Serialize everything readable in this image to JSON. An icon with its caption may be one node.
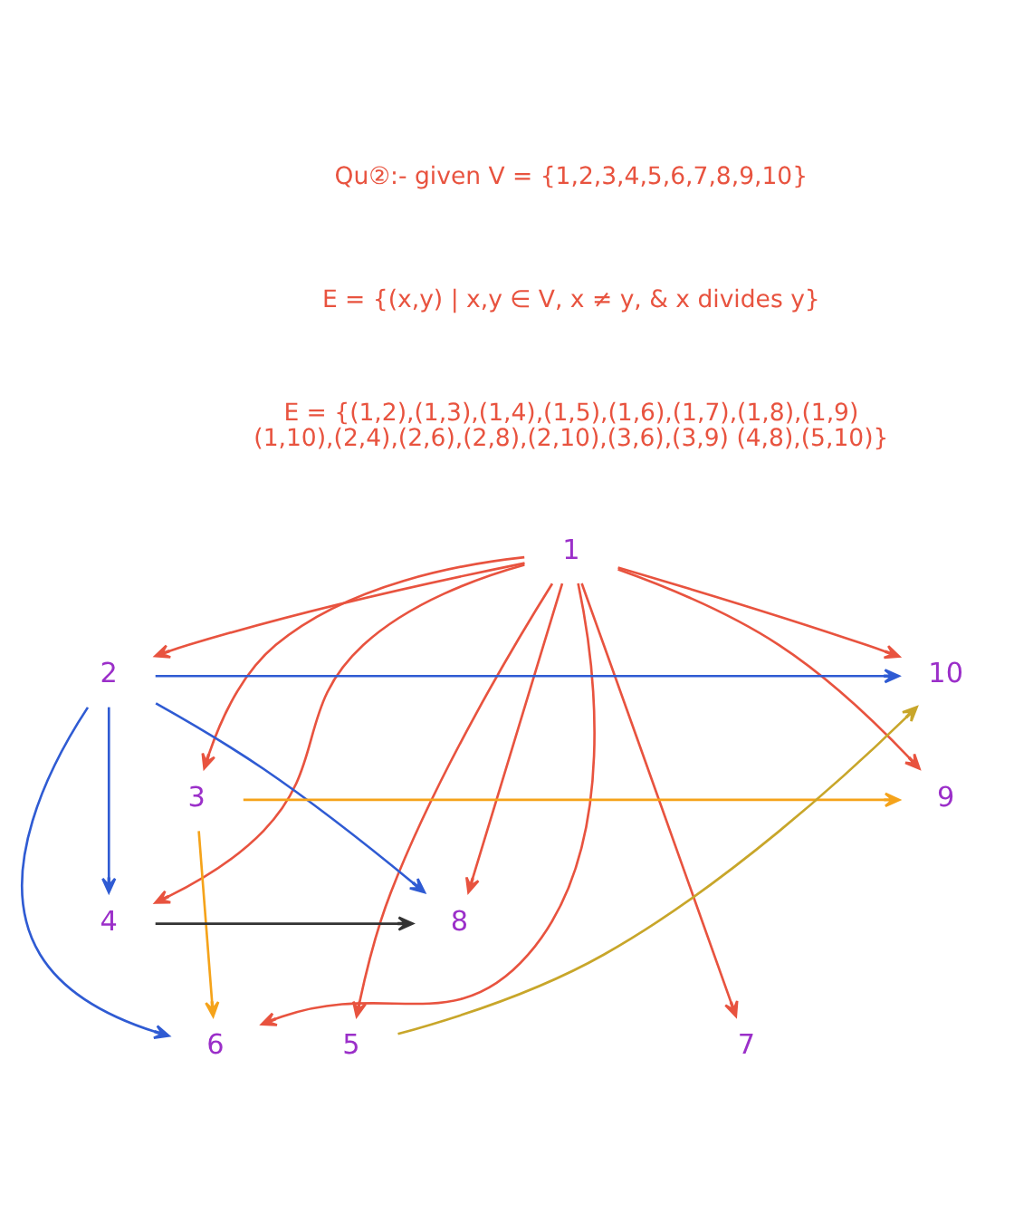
{
  "diagram": {
    "nodes": [
      {
        "text": [
          "1"
        ]
      },
      {
        "text": [
          "2"
        ]
      },
      {
        "text": [
          "10"
        ]
      },
      {
        "text": [
          "3"
        ]
      },
      {
        "text": [
          "9"
        ]
      },
      {
        "text": [
          "4"
        ]
      },
      {
        "text": [
          "8"
        ]
      },
      {
        "text": [
          "5"
        ]
      },
      {
        "text": [
          "6"
        ]
      },
      {
        "text": [
          "7"
        ]
      }
    ],
    "edges": [
      {
        "from": 0,
        "to": 1,
        "arrow": "to"
      },
      {
        "from": 0,
        "to": 3,
        "arrow": "to"
      },
      {
        "from": 0,
        "to": 5,
        "arrow": "to"
      },
      {
        "from": 0,
        "to": 7,
        "arrow": "to"
      },
      {
        "from": 0,
        "to": 8,
        "arrow": "to"
      },
      {
        "from": 0,
        "to": 9,
        "arrow": "to"
      },
      {
        "from": 0,
        "to": 6,
        "arrow": "to"
      },
      {
        "from": 0,
        "to": 4,
        "arrow": "to"
      },
      {
        "from": 0,
        "to": 2,
        "arrow": "to"
      },
      {
        "from": 1,
        "to": 5,
        "arrow": "to",
        "color": "#2f5bd3"
      },
      {
        "from": 1,
        "to": 8,
        "arrow": "to",
        "color": "#2f5bd3"
      },
      {
        "from": 1,
        "to": 6,
        "arrow": "to",
        "color": "#2f5bd3"
      },
      {
        "from": 1,
        "to": 2,
        "arrow": "to",
        "color": "#2f5bd3"
      },
      {
        "from": 3,
        "to": 8,
        "arrow": "to",
        "color": "#f5a31a"
      },
      {
        "from": 3,
        "to": 4,
        "arrow": "to",
        "color": "#f5a31a"
      },
      {
        "from": 5,
        "to": 6,
        "arrow": "to",
        "color": "#333333"
      },
      {
        "from": 7,
        "to": 2,
        "arrow": "to",
        "color": "#c8a62a"
      }
    ],
    "labels": [
      "Qu②:- given V = {1,2,3,4,5,6,7,8,9,10}",
      "E = {(x,y) | x,y ∈ V, x ≠ y, & x divides y}",
      "E = {(1,2),(1,3),(1,4),(1,5),(1,6),(1,7),(1,8),(1,9) (1,10),(2,4),(2,6),(2,8),(2,10),(3,6),(3,9) (4,8),(5,10)}"
    ]
  }
}
